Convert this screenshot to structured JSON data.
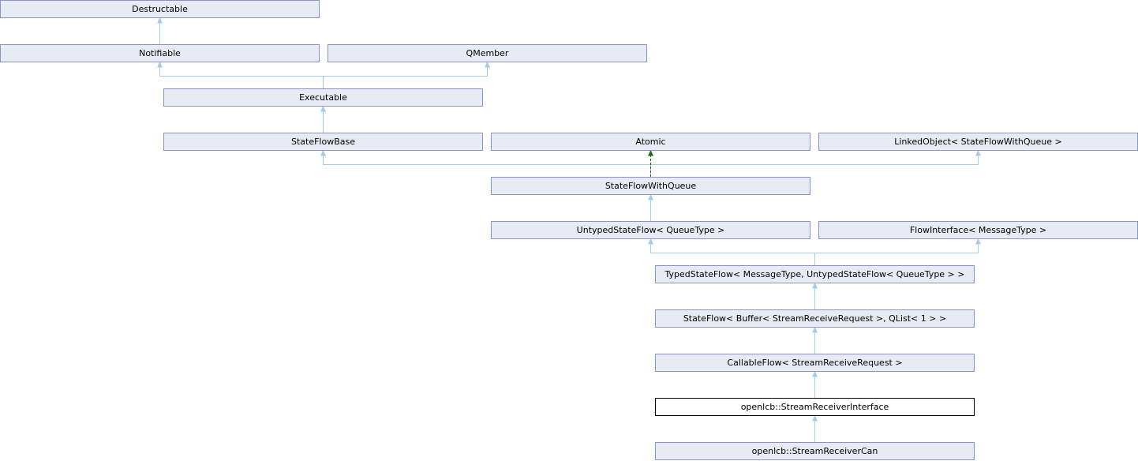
{
  "diagram": {
    "type": "class_inheritance_diagram",
    "current_class": "openlcb::StreamReceiverInterface",
    "colors": {
      "background": "#ffffff",
      "node_fill": "#e8ebf4",
      "node_border": "#8496c2",
      "edge_public": "#a6caea",
      "edge_protected": "#1e651e",
      "highlight_fill": "#ffffff",
      "highlight_border": "#000000",
      "text": "#000000"
    },
    "nodes": [
      {
        "label": "Destructable"
      },
      {
        "label": "Notifiable"
      },
      {
        "label": "QMember"
      },
      {
        "label": "Executable"
      },
      {
        "label": "StateFlowBase"
      },
      {
        "label": "Atomic"
      },
      {
        "label": "LinkedObject< StateFlowWithQueue >"
      },
      {
        "label": "StateFlowWithQueue"
      },
      {
        "label": "UntypedStateFlow< QueueType >"
      },
      {
        "label": "FlowInterface< MessageType >"
      },
      {
        "label": "TypedStateFlow< MessageType, UntypedStateFlow< QueueType > >"
      },
      {
        "label": "StateFlow< Buffer< StreamReceiveRequest >, QList< 1 > >"
      },
      {
        "label": "CallableFlow< StreamReceiveRequest >"
      },
      {
        "label": "openlcb::StreamReceiverInterface",
        "highlighted": true
      },
      {
        "label": "openlcb::StreamReceiverCan"
      }
    ],
    "edges": [
      {
        "from": "Notifiable",
        "to": "Destructable",
        "type": "public"
      },
      {
        "from": "Executable",
        "to": "Notifiable",
        "type": "public"
      },
      {
        "from": "Executable",
        "to": "QMember",
        "type": "public"
      },
      {
        "from": "StateFlowBase",
        "to": "Executable",
        "type": "public"
      },
      {
        "from": "StateFlowWithQueue",
        "to": "StateFlowBase",
        "type": "public"
      },
      {
        "from": "StateFlowWithQueue",
        "to": "Atomic",
        "type": "protected"
      },
      {
        "from": "StateFlowWithQueue",
        "to": "LinkedObject< StateFlowWithQueue >",
        "type": "public"
      },
      {
        "from": "UntypedStateFlow< QueueType >",
        "to": "StateFlowWithQueue",
        "type": "public"
      },
      {
        "from": "TypedStateFlow< MessageType, UntypedStateFlow< QueueType > >",
        "to": "UntypedStateFlow< QueueType >",
        "type": "public"
      },
      {
        "from": "TypedStateFlow< MessageType, UntypedStateFlow< QueueType > >",
        "to": "FlowInterface< MessageType >",
        "type": "public"
      },
      {
        "from": "StateFlow< Buffer< StreamReceiveRequest >, QList< 1 > >",
        "to": "TypedStateFlow< MessageType, UntypedStateFlow< QueueType > >",
        "type": "public"
      },
      {
        "from": "CallableFlow< StreamReceiveRequest >",
        "to": "StateFlow< Buffer< StreamReceiveRequest >, QList< 1 > >",
        "type": "public"
      },
      {
        "from": "openlcb::StreamReceiverInterface",
        "to": "CallableFlow< StreamReceiveRequest >",
        "type": "public"
      },
      {
        "from": "openlcb::StreamReceiverCan",
        "to": "openlcb::StreamReceiverInterface",
        "type": "public"
      }
    ]
  }
}
